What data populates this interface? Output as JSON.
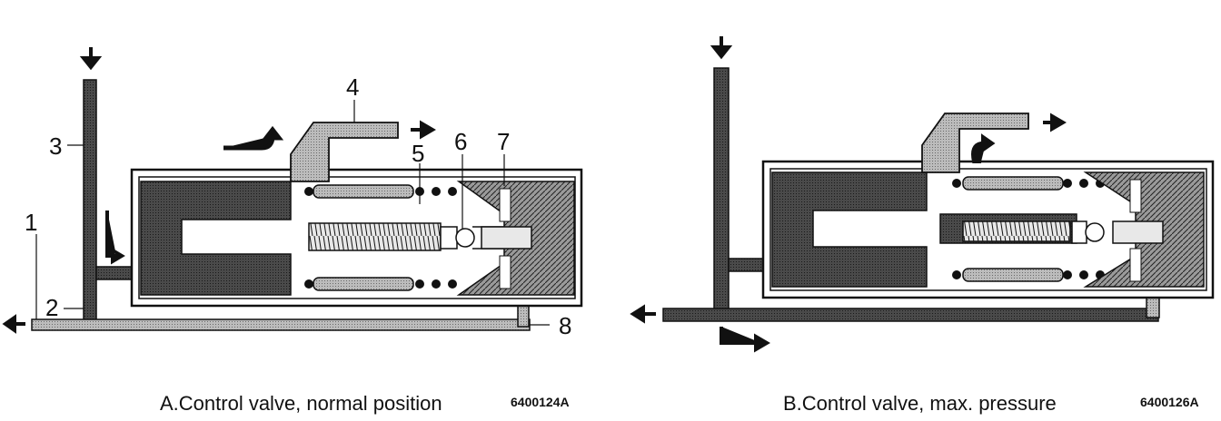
{
  "diagram_a": {
    "caption": "A.Control valve, normal position",
    "code": "6400124A",
    "labels": {
      "l1": "1",
      "l2": "2",
      "l3": "3",
      "l4": "4",
      "l5": "5",
      "l6": "6",
      "l7": "7",
      "l8": "8"
    }
  },
  "diagram_b": {
    "caption": "B.Control valve, max. pressure",
    "code": "6400126A"
  },
  "colors": {
    "ink": "#111111",
    "dark_fill": "#3a3a3a",
    "mid_fill": "#8c8c8c",
    "light_fill": "#bdbdbd"
  }
}
